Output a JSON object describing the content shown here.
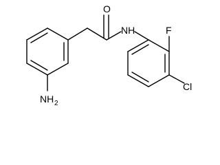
{
  "molecule": {
    "labels": {
      "oxygen": "O",
      "amide_nitrogen": "NH",
      "fluorine": "F",
      "chlorine": "Cl",
      "amine_n": "NH",
      "amine_sub": "2"
    }
  },
  "colors": {
    "bond": "#000000",
    "text": "#000000",
    "background": "#ffffff"
  }
}
